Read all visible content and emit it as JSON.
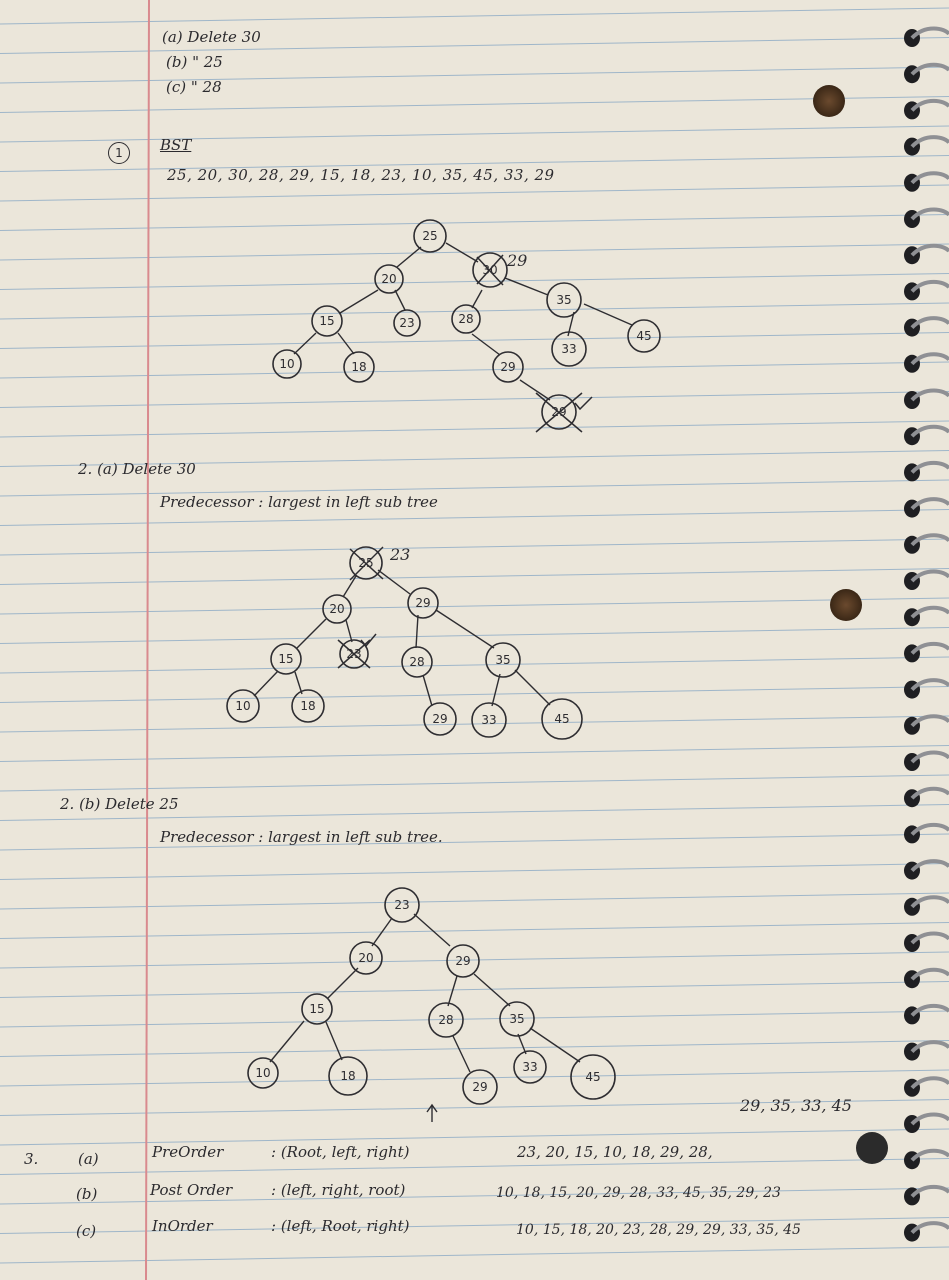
{
  "header": {
    "line_a": "(a) Delete 30",
    "line_b": "(b)  \"     25",
    "line_c": "(c)  \"     28"
  },
  "section1": {
    "number": "1",
    "title": "BST",
    "sequence": "25, 20, 30, 28, 29, 15, 18, 23, 10, 35, 45, 33, 29"
  },
  "tree1": {
    "nodes": [
      {
        "id": "n25",
        "label": "25"
      },
      {
        "id": "n20",
        "label": "20"
      },
      {
        "id": "n30",
        "label": "30"
      },
      {
        "id": "n15",
        "label": "15"
      },
      {
        "id": "n23",
        "label": "23"
      },
      {
        "id": "n28",
        "label": "28"
      },
      {
        "id": "n35",
        "label": "35"
      },
      {
        "id": "n10",
        "label": "10"
      },
      {
        "id": "n18",
        "label": "18"
      },
      {
        "id": "n29",
        "label": "29"
      },
      {
        "id": "n33",
        "label": "33"
      },
      {
        "id": "n45",
        "label": "45"
      },
      {
        "id": "n29b",
        "label": "29"
      }
    ],
    "replacement": "29"
  },
  "section2a": {
    "title": "2. (a)  Delete 30",
    "note": "Predecessor : largest in left sub tree"
  },
  "tree2": {
    "nodes": [
      {
        "id": "n25",
        "label": "25"
      },
      {
        "id": "n20",
        "label": "20"
      },
      {
        "id": "n29",
        "label": "29"
      },
      {
        "id": "n15",
        "label": "15"
      },
      {
        "id": "n23",
        "label": "23"
      },
      {
        "id": "n28",
        "label": "28"
      },
      {
        "id": "n35",
        "label": "35"
      },
      {
        "id": "n10",
        "label": "10"
      },
      {
        "id": "n18",
        "label": "18"
      },
      {
        "id": "n29b",
        "label": "29"
      },
      {
        "id": "n33",
        "label": "33"
      },
      {
        "id": "n45",
        "label": "45"
      }
    ],
    "replacement": "23"
  },
  "section2b": {
    "title": "2. (b)  Delete 25",
    "note": "Predecessor : largest in left sub tree."
  },
  "tree3": {
    "nodes": [
      {
        "id": "n23",
        "label": "23"
      },
      {
        "id": "n20",
        "label": "20"
      },
      {
        "id": "n29",
        "label": "29"
      },
      {
        "id": "n15",
        "label": "15"
      },
      {
        "id": "n28",
        "label": "28"
      },
      {
        "id": "n35",
        "label": "35"
      },
      {
        "id": "n10",
        "label": "10"
      },
      {
        "id": "n18",
        "label": "18"
      },
      {
        "id": "n29b",
        "label": "29"
      },
      {
        "id": "n33",
        "label": "33"
      },
      {
        "id": "n45",
        "label": "45"
      }
    ]
  },
  "section3": {
    "number": "3.",
    "overflow": "29, 35, 33, 45",
    "rows": [
      {
        "letter": "(a)",
        "name": "PreOrder",
        "rule": ": (Root, left, right)",
        "values": "23, 20, 15, 10, 18, 29, 28,"
      },
      {
        "letter": "(b)",
        "name": "Post Order",
        "rule": ": (left, right, root)",
        "values": "10, 18, 15, 20, 29, 28, 33, 45, 35, 29, 23"
      },
      {
        "letter": "(c)",
        "name": "InOrder",
        "rule": ": (left, Root, right)",
        "values": "10, 15, 18, 20, 23, 28, 29, 29, 33, 35, 45"
      }
    ]
  }
}
